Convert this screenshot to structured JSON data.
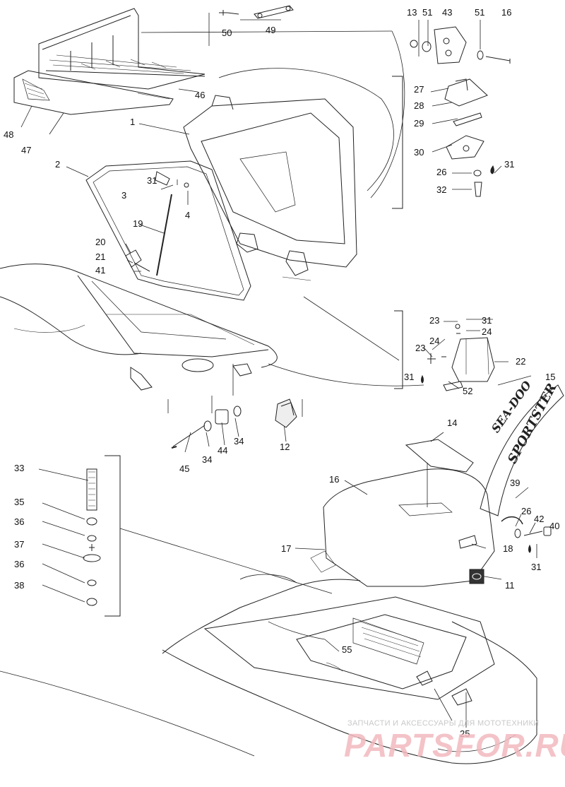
{
  "labels": [
    {
      "id": "50",
      "text": "50"
    },
    {
      "id": "49",
      "text": "49"
    },
    {
      "id": "13",
      "text": "13"
    },
    {
      "id": "51a",
      "text": "51"
    },
    {
      "id": "43",
      "text": "43"
    },
    {
      "id": "51b",
      "text": "51"
    },
    {
      "id": "16a",
      "text": "16"
    },
    {
      "id": "46",
      "text": "46"
    },
    {
      "id": "48",
      "text": "48"
    },
    {
      "id": "47",
      "text": "47"
    },
    {
      "id": "1",
      "text": "1"
    },
    {
      "id": "2",
      "text": "2"
    },
    {
      "id": "27",
      "text": "27"
    },
    {
      "id": "28",
      "text": "28"
    },
    {
      "id": "29",
      "text": "29"
    },
    {
      "id": "30",
      "text": "30"
    },
    {
      "id": "26a",
      "text": "26"
    },
    {
      "id": "31a",
      "text": "31"
    },
    {
      "id": "32",
      "text": "32"
    },
    {
      "id": "31b",
      "text": "31"
    },
    {
      "id": "3",
      "text": "3"
    },
    {
      "id": "4",
      "text": "4"
    },
    {
      "id": "19",
      "text": "19"
    },
    {
      "id": "20",
      "text": "20"
    },
    {
      "id": "21",
      "text": "21"
    },
    {
      "id": "41",
      "text": "41"
    },
    {
      "id": "23a",
      "text": "23"
    },
    {
      "id": "31c",
      "text": "31"
    },
    {
      "id": "24a",
      "text": "24"
    },
    {
      "id": "24b",
      "text": "24"
    },
    {
      "id": "23b",
      "text": "23"
    },
    {
      "id": "22",
      "text": "22"
    },
    {
      "id": "31d",
      "text": "31"
    },
    {
      "id": "52",
      "text": "52"
    },
    {
      "id": "15",
      "text": "15"
    },
    {
      "id": "14",
      "text": "14"
    },
    {
      "id": "12",
      "text": "12"
    },
    {
      "id": "45",
      "text": "45"
    },
    {
      "id": "34a",
      "text": "34"
    },
    {
      "id": "44",
      "text": "44"
    },
    {
      "id": "34b",
      "text": "34"
    },
    {
      "id": "33",
      "text": "33"
    },
    {
      "id": "35",
      "text": "35"
    },
    {
      "id": "36a",
      "text": "36"
    },
    {
      "id": "37",
      "text": "37"
    },
    {
      "id": "36b",
      "text": "36"
    },
    {
      "id": "38",
      "text": "38"
    },
    {
      "id": "16b",
      "text": "16"
    },
    {
      "id": "39",
      "text": "39"
    },
    {
      "id": "26b",
      "text": "26"
    },
    {
      "id": "42",
      "text": "42"
    },
    {
      "id": "40",
      "text": "40"
    },
    {
      "id": "17",
      "text": "17"
    },
    {
      "id": "18",
      "text": "18"
    },
    {
      "id": "31e",
      "text": "31"
    },
    {
      "id": "11",
      "text": "11"
    },
    {
      "id": "55",
      "text": "55"
    },
    {
      "id": "25",
      "text": "25"
    }
  ],
  "decals": {
    "brand": "SEA-DOO",
    "model": "SPORTSTER"
  },
  "watermark": {
    "caption": "ЗАПЧАСТИ И АКСЕССУАРЫ ДЛЯ МОТОТЕХНИКИ",
    "site": "PARTSFOR.RU"
  },
  "colors": {
    "line": "#222222",
    "watermark": "#f2b9bf"
  }
}
